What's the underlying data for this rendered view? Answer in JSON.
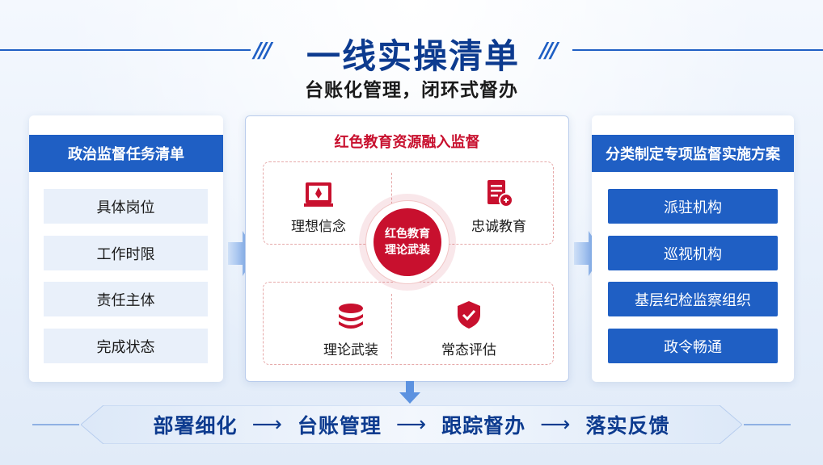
{
  "header": {
    "title": "一线实操清单",
    "subtitle": "台账化管理，闭环式督办"
  },
  "left_panel": {
    "title": "政治监督任务清单",
    "items": [
      "具体岗位",
      "工作时限",
      "责任主体",
      "完成状态"
    ]
  },
  "center_panel": {
    "title": "红色教育资源融入监督",
    "core_line1": "红色教育",
    "core_line2": "理论武装",
    "quadrants": [
      {
        "label": "理想信念",
        "icon": "book-emblem-icon"
      },
      {
        "label": "忠诚教育",
        "icon": "document-badge-icon"
      },
      {
        "label": "理论武装",
        "icon": "stacked-layers-icon"
      },
      {
        "label": "常态评估",
        "icon": "shield-check-icon"
      }
    ]
  },
  "right_panel": {
    "title": "分类制定专项监督实施方案",
    "items": [
      "派驻机构",
      "巡视机构",
      "基层纪检监察组织",
      "政令畅通"
    ]
  },
  "flow": {
    "steps": [
      "部署细化",
      "台账管理",
      "跟踪督办",
      "落实反馈"
    ],
    "arrow": "⟶"
  },
  "colors": {
    "primary_blue": "#1f5fc4",
    "dark_blue": "#0d3b8f",
    "accent_red": "#c8102e"
  }
}
